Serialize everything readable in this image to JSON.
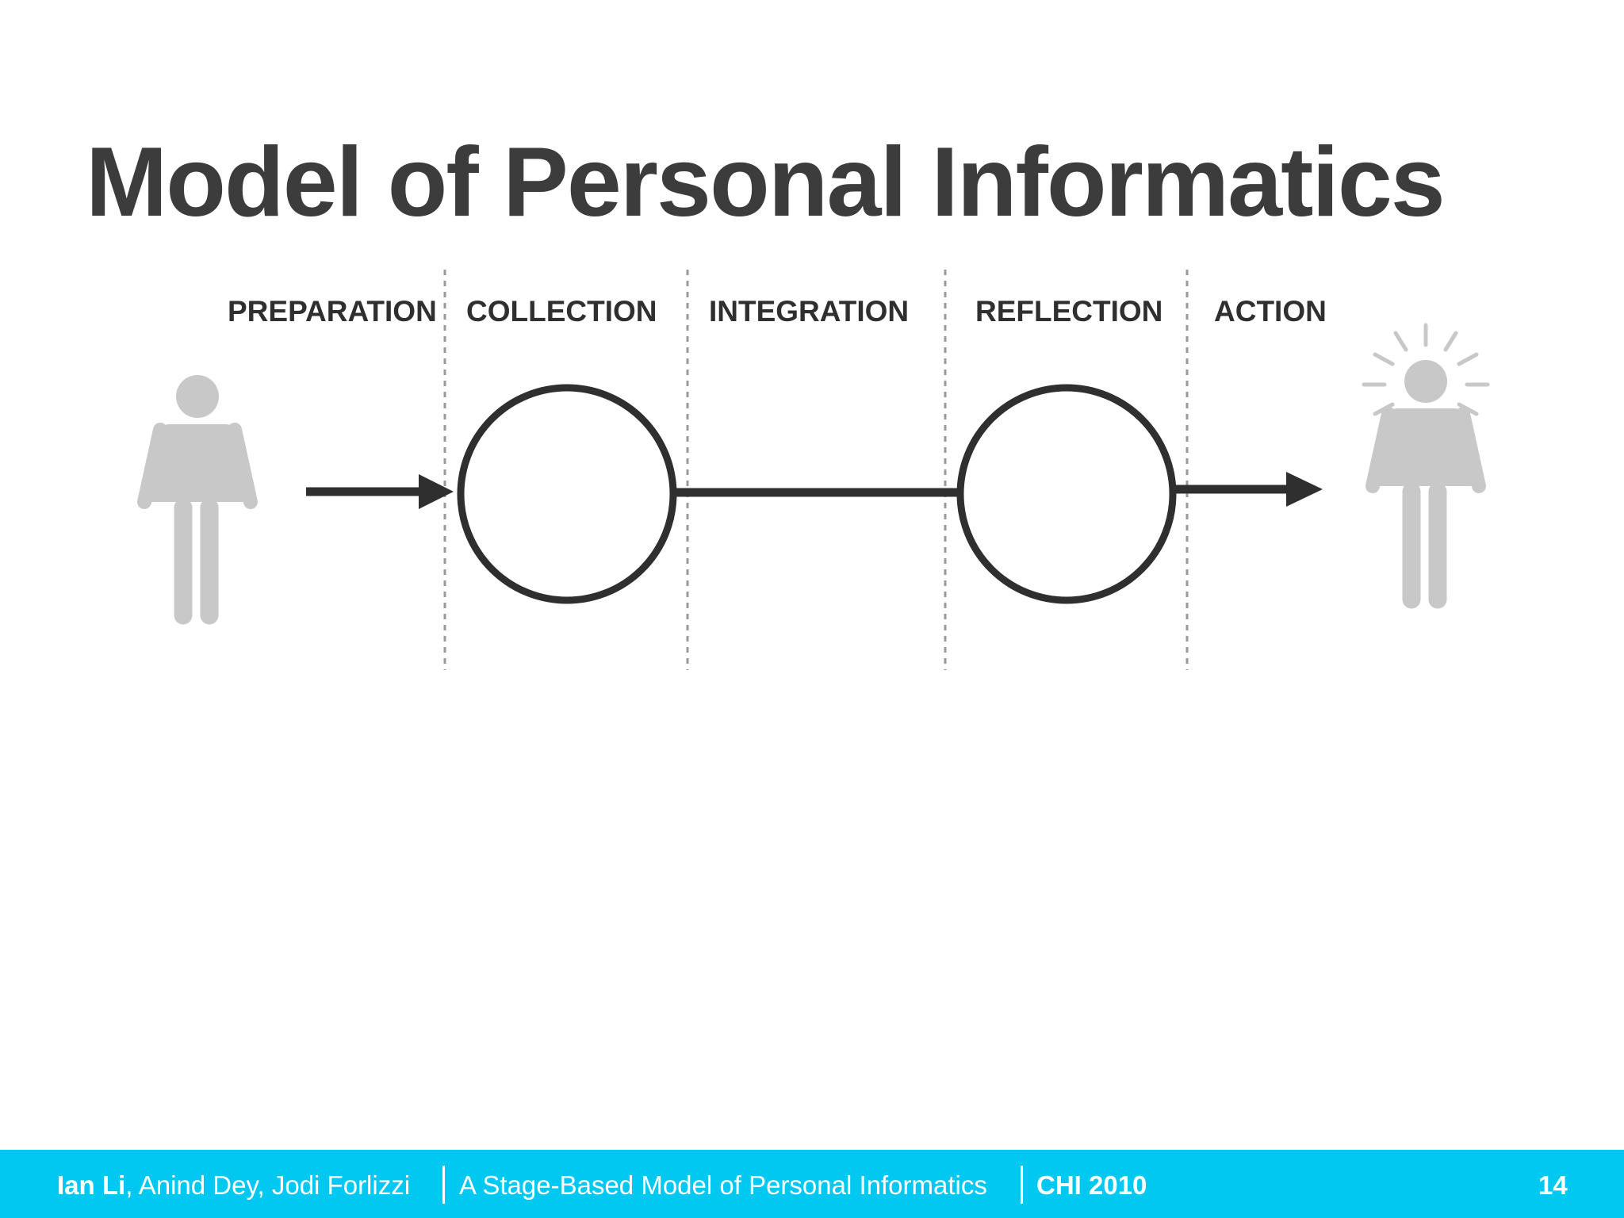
{
  "slide": {
    "title": "Model of Personal Informatics",
    "stages": [
      "PREPARATION",
      "COLLECTION",
      "INTEGRATION",
      "REFLECTION",
      "ACTION"
    ],
    "colors": {
      "title": "#3c3c3c",
      "diagram": "#2f2f2f",
      "figure": "#c8c8c8",
      "divider": "#9a9a9a",
      "footer_bg": "#00c8f0"
    },
    "icons": [
      "person-icon",
      "enlightened-person-icon",
      "arrow-right-icon"
    ]
  },
  "footer": {
    "author_lead": "Ian Li",
    "authors_rest": ", Anind Dey, Jodi Forlizzi",
    "paper_title": "A Stage-Based Model of Personal Informatics",
    "venue": "CHI 2010",
    "page_number": "14"
  }
}
